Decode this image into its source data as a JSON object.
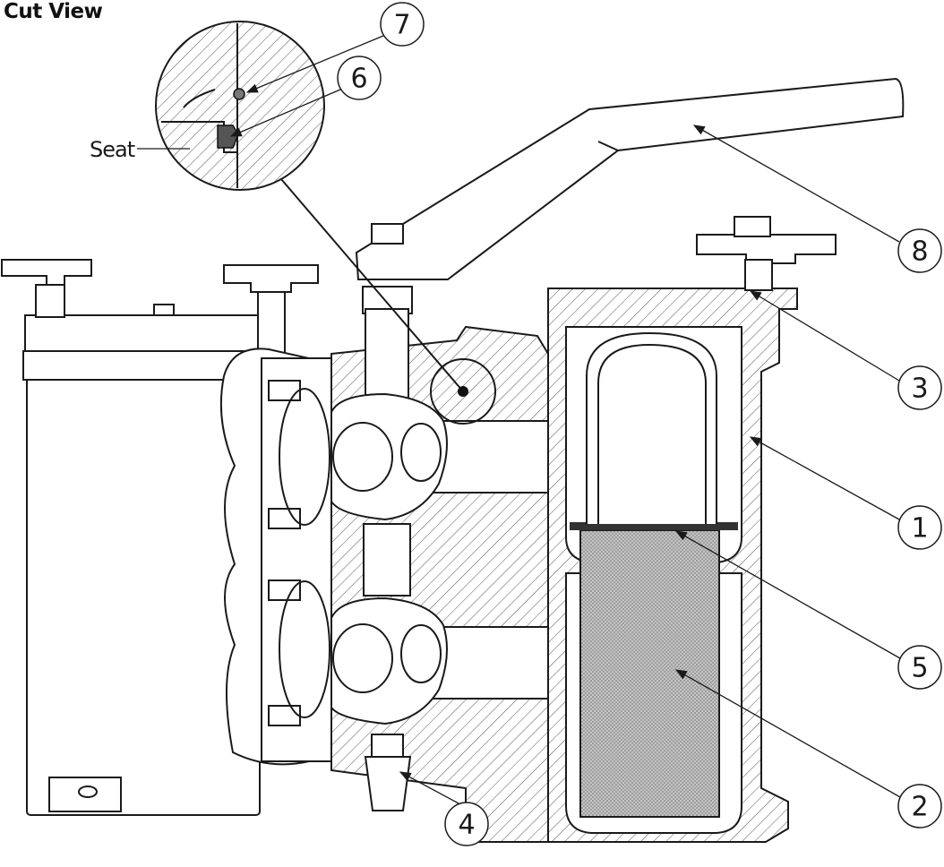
{
  "title": "Cut View",
  "detail_label": "Seat",
  "callouts": {
    "c1": "1",
    "c2": "2",
    "c3": "3",
    "c4": "4",
    "c5": "5",
    "c6": "6",
    "c7": "7",
    "c8": "8"
  }
}
